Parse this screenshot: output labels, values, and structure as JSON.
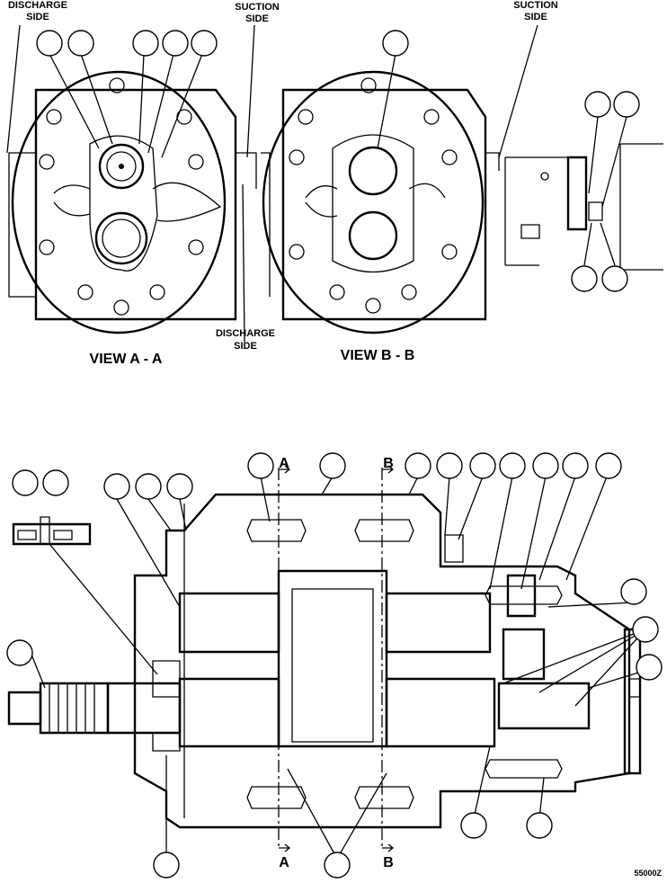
{
  "labels": {
    "discharge_side_top_left": [
      "DISCHARGE",
      "SIDE"
    ],
    "suction_side_top_middle": [
      "SUCTION",
      "SIDE"
    ],
    "suction_side_top_right": [
      "SUCTION",
      "SIDE"
    ],
    "discharge_side_middle": [
      "DISCHARGE",
      "SIDE"
    ],
    "view_a": "VIEW A - A",
    "view_b": "VIEW B - B",
    "section_a": "A",
    "section_b": "B",
    "figure_number": "55000Z"
  }
}
